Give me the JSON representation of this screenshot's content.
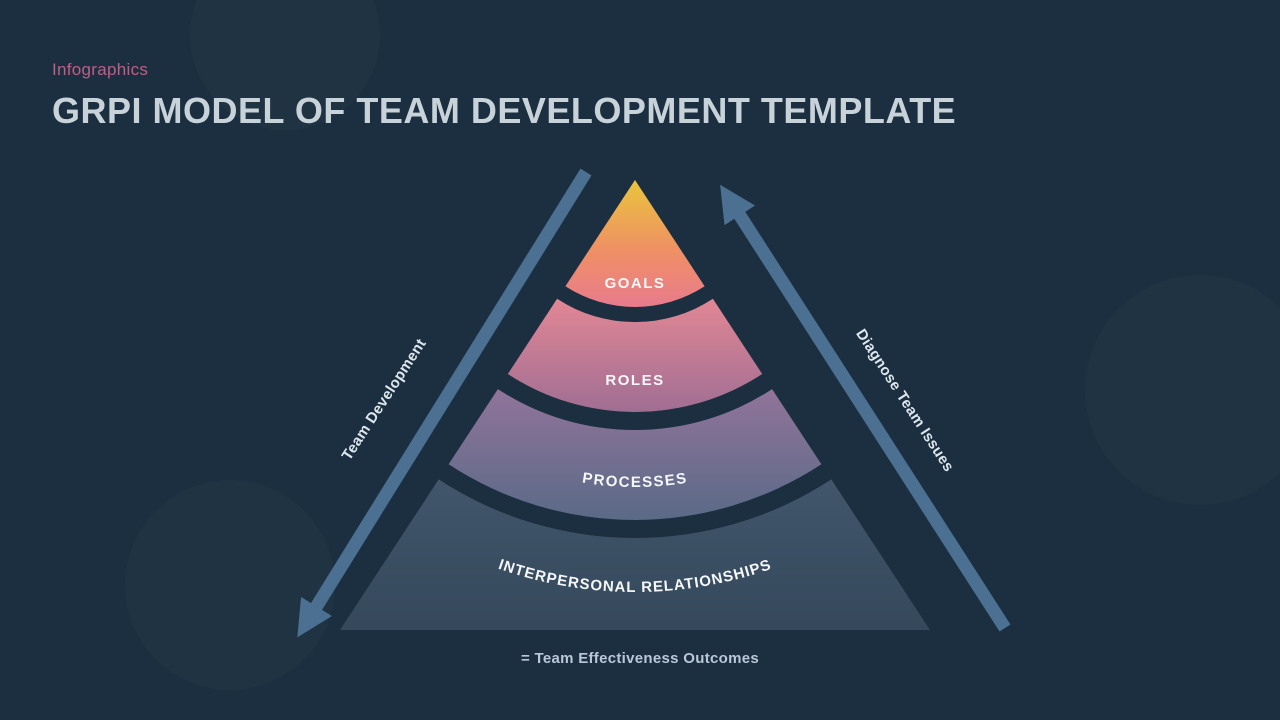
{
  "header": {
    "eyebrow": "Infographics",
    "title": "GRPI MODEL OF TEAM DEVELOPMENT TEMPLATE"
  },
  "diagram": {
    "segments": [
      {
        "label": "GOALS",
        "gradient": [
          "#e9c53b",
          "#ef9064",
          "#e87b8d"
        ]
      },
      {
        "label": "ROLES",
        "gradient": [
          "#e28795",
          "#a06e93"
        ]
      },
      {
        "label": "PROCESSES",
        "gradient": [
          "#91749a",
          "#5a6a87"
        ]
      },
      {
        "label": "INTERPERSONAL RELATIONSHIPS",
        "gradient": [
          "#41566b",
          "#35485c"
        ]
      }
    ],
    "arrows": {
      "left_label": "Team Development",
      "right_label": "Diagnose Team Issues",
      "color": "#4b7092"
    },
    "caption": "= Team Effectiveness Outcomes"
  },
  "colors": {
    "eyebrow": "#bd5f85",
    "title": "#c8d2d9",
    "caption": "#b9c7d8",
    "segment_label": "#f5f7f9",
    "arrow_label": "#dde6ed",
    "background": "#1c2f40"
  }
}
